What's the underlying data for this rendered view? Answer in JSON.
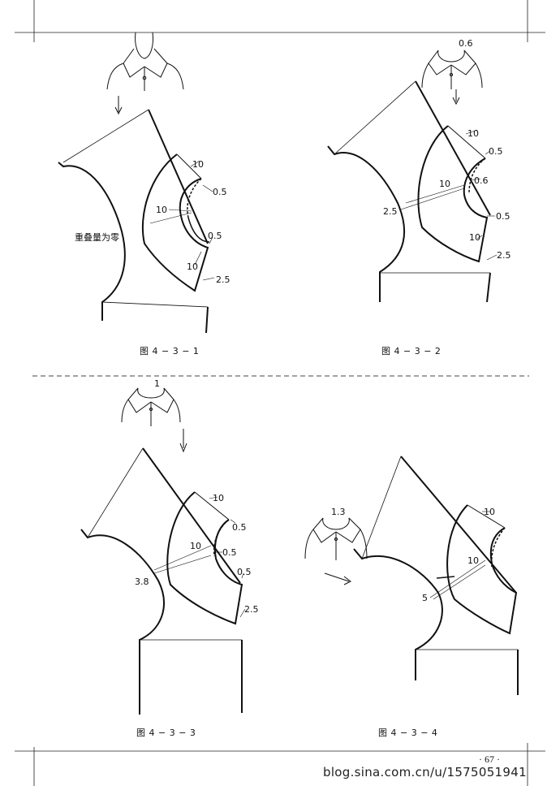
{
  "figures": [
    {
      "caption": "图 4 − 3 − 1",
      "collar_value": "",
      "labels": [
        "10",
        "0.5",
        "10",
        "0.5",
        "10",
        "2.5"
      ],
      "note": "重叠量为零"
    },
    {
      "caption": "图 4 − 3 − 2",
      "collar_value": "0.6",
      "labels": [
        "10",
        "0.5",
        "0.6",
        "10",
        "2.5",
        "0.5",
        "10",
        "2.5"
      ]
    },
    {
      "caption": "图 4 − 3 − 3",
      "collar_value": "1",
      "labels": [
        "10",
        "0.5",
        "10",
        "0.5",
        "3.8",
        "0.5",
        "2.5"
      ]
    },
    {
      "caption": "图 4 − 3 − 4",
      "collar_value": "1.3",
      "labels": [
        "10",
        "10",
        "5"
      ]
    }
  ],
  "page_number": "· 67 ·",
  "watermark": "blog.sina.com.cn/u/1575051941"
}
